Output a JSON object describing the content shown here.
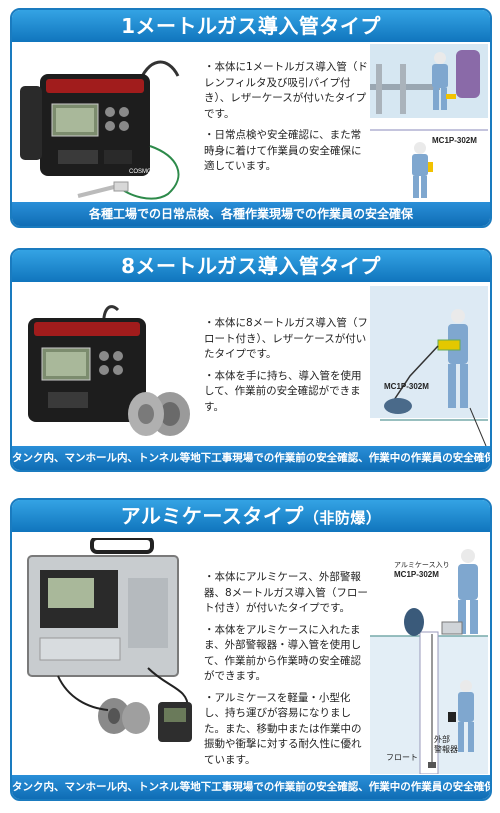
{
  "sections": [
    {
      "title": "1メートルガス導入管タイプ",
      "bullets": [
        "・本体に1メートルガス導入管（ドレンフィルタ及び吸引パイプ付き）、レザーケースが付いたタイプです。",
        "・日常点検や安全確認に、また常時身に着けて作業員の安全確保に適しています。"
      ],
      "callout": "MC1P-302M",
      "device_brand": "COSMOS",
      "footer": "各種工場での日常点検、各種作業現場での作業員の安全確保"
    },
    {
      "title": "8メートルガス導入管タイプ",
      "bullets": [
        "・本体に8メートルガス導入管（フロート付き）、レザーケースが付いたタイプです。",
        "・本体を手に持ち、導入管を使用して、作業前の安全確認ができます。"
      ],
      "callout": "MC1P-302M",
      "footer": "タンク内、マンホール内、トンネル等地下工事現場での作業前の安全確認、作業中の作業員の安全確保"
    },
    {
      "title_main": "アルミケースタイプ",
      "title_sub": "（非防爆）",
      "bullets": [
        "・本体にアルミケース、外部警報器、8メートルガス導入管（フロート付き）が付いたタイプです。",
        "・本体をアルミケースに入れたまま、外部警報器・導入管を使用して、作業前から作業時の安全確認ができます。",
        "・アルミケースを軽量・小型化し、持ち運びが容易になりました。また、移動中または作業中の振動や衝撃に対する耐久性に優れています。"
      ],
      "callout_line1": "アルミケース入り",
      "callout_line2": "MC1P-302M",
      "float_label": "フロート",
      "alarm_line1": "外部",
      "alarm_line2": "警報器",
      "footer": "タンク内、マンホール内、トンネル等地下工事現場での作業前の安全確認、作業中の作業員の安全確保"
    }
  ],
  "colors": {
    "header": "#1a7bbf",
    "footer": "#1170b8",
    "border": "#1a7bbf",
    "accent_yellow": "#f2c200"
  }
}
